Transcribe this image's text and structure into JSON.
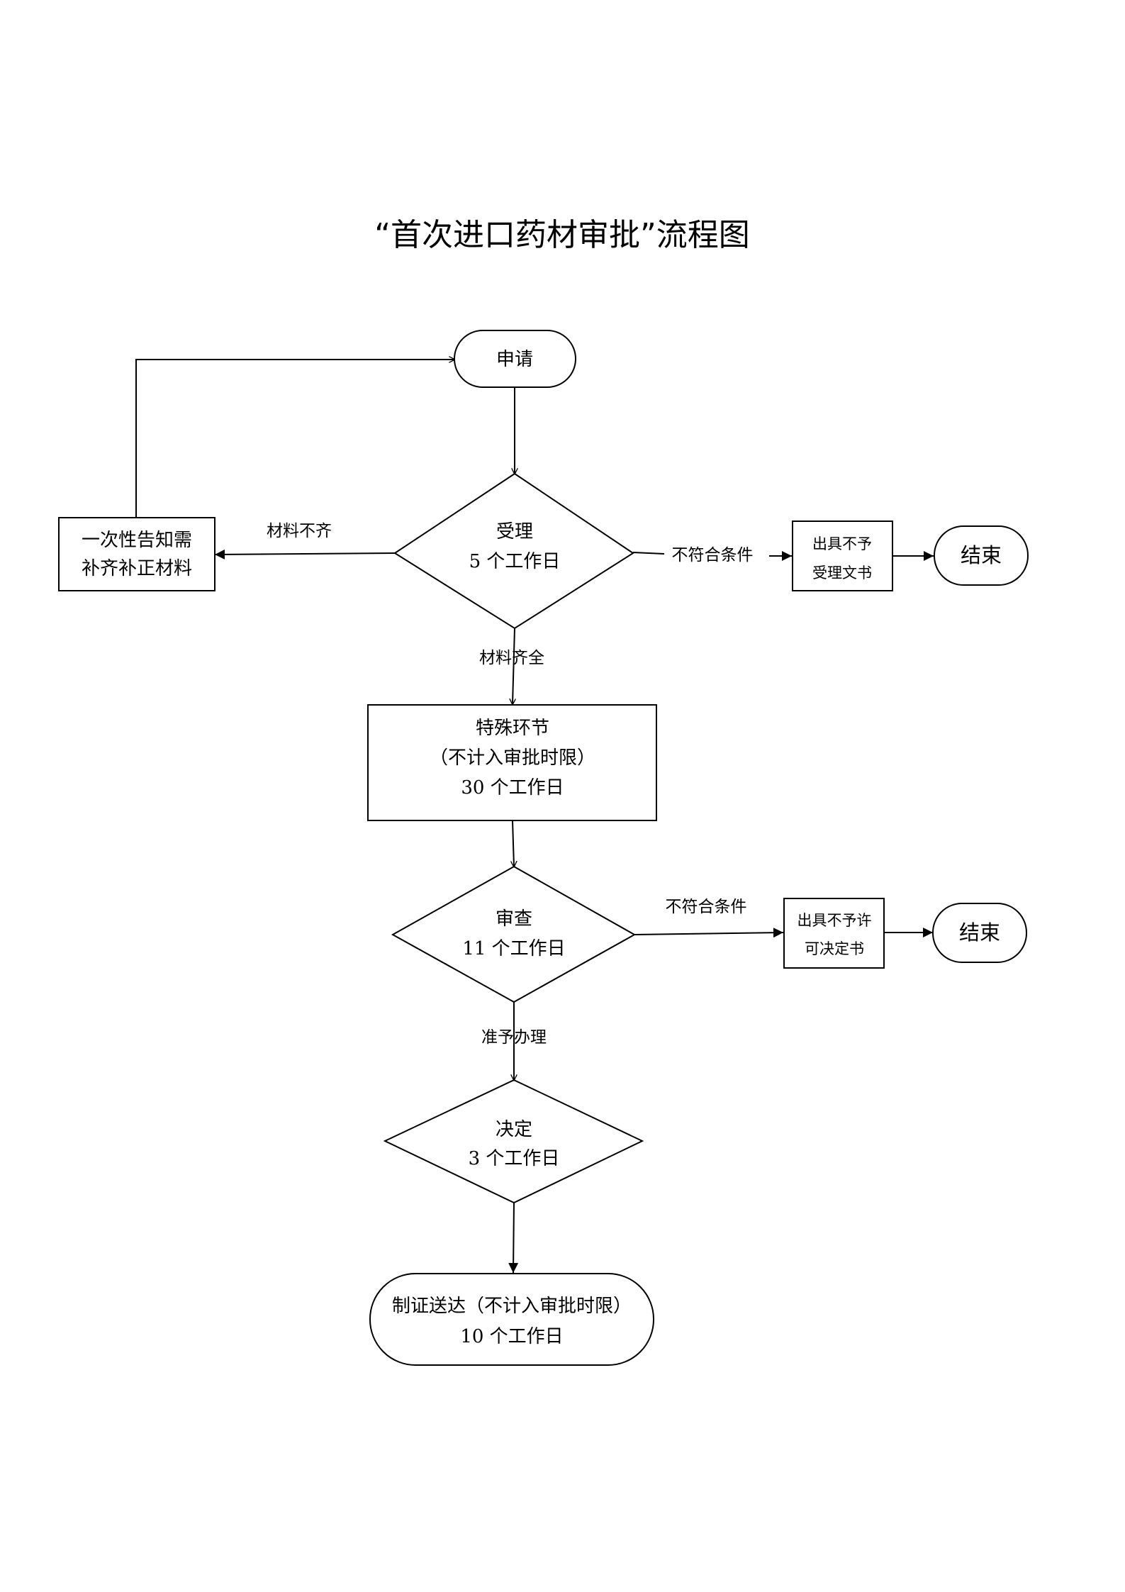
{
  "title": "“首次进口药材审批”流程图",
  "nodes": {
    "apply": "申请",
    "accept_line1": "受理",
    "accept_line2": "5 个工作日",
    "notify_line1": "一次性告知需",
    "notify_line2": "补齐补正材料",
    "reject1_line1": "出具不予",
    "reject1_line2": "受理文书",
    "end1": "结束",
    "special_line1": "特殊环节",
    "special_line2": "（不计入审批时限）",
    "special_line3": "30 个工作日",
    "review_line1": "审查",
    "review_line2": "11 个工作日",
    "reject2_line1": "出具不予许",
    "reject2_line2": "可决定书",
    "end2": "结束",
    "decide_line1": "决定",
    "decide_line2": "3 个工作日",
    "deliver_line1": "制证送达（不计入审批时限）",
    "deliver_line2": "10 个工作日"
  },
  "edges": {
    "incomplete": "材料不齐",
    "not_qualified_1": "不符合条件",
    "complete": "材料齐全",
    "not_qualified_2": "不符合条件",
    "approved": "准予办理"
  }
}
